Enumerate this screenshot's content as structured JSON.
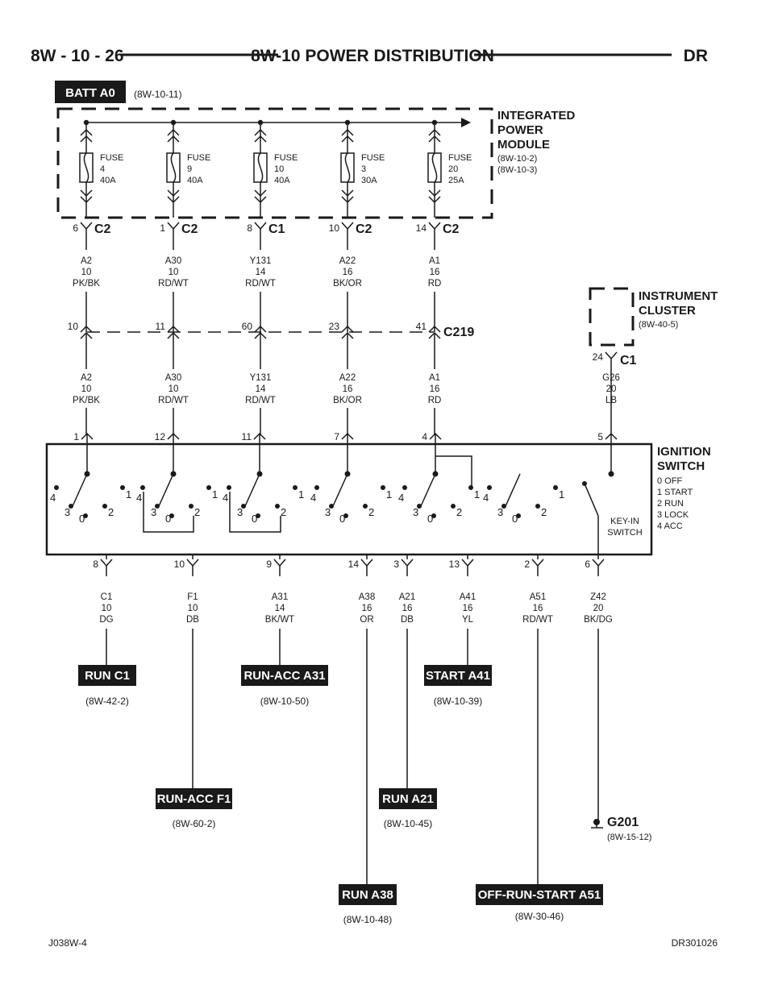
{
  "header": {
    "left": "8W - 10 - 26",
    "title": "8W-10 POWER DISTRIBUTION",
    "right": "DR"
  },
  "batt": {
    "label": "BATT A0",
    "ref": "(8W-10-11)"
  },
  "ipm": {
    "name_lines": [
      "INTEGRATED",
      "POWER",
      "MODULE"
    ],
    "refs": [
      "(8W-10-2)",
      "(8W-10-3)"
    ],
    "fuses": [
      {
        "lines": [
          "FUSE",
          "4",
          "40A"
        ],
        "pin": "6",
        "conn": "C2"
      },
      {
        "lines": [
          "FUSE",
          "9",
          "40A"
        ],
        "pin": "1",
        "conn": "C2"
      },
      {
        "lines": [
          "FUSE",
          "10",
          "40A"
        ],
        "pin": "8",
        "conn": "C1"
      },
      {
        "lines": [
          "FUSE",
          "3",
          "30A"
        ],
        "pin": "10",
        "conn": "C2"
      },
      {
        "lines": [
          "FUSE",
          "20",
          "25A"
        ],
        "pin": "14",
        "conn": "C2"
      }
    ]
  },
  "wires_top": [
    [
      "A2",
      "10",
      "PK/BK"
    ],
    [
      "A30",
      "10",
      "RD/WT"
    ],
    [
      "Y131",
      "14",
      "RD/WT"
    ],
    [
      "A22",
      "16",
      "BK/OR"
    ],
    [
      "A1",
      "16",
      "RD"
    ]
  ],
  "c219": {
    "label": "C219",
    "pins": [
      "10",
      "11",
      "60",
      "23",
      "41"
    ]
  },
  "wires_mid": [
    [
      "A2",
      "10",
      "PK/BK"
    ],
    [
      "A30",
      "10",
      "RD/WT"
    ],
    [
      "Y131",
      "14",
      "RD/WT"
    ],
    [
      "A22",
      "16",
      "BK/OR"
    ],
    [
      "A1",
      "16",
      "RD"
    ]
  ],
  "cluster": {
    "name_lines": [
      "INSTRUMENT",
      "CLUSTER"
    ],
    "ref": "(8W-40-5)",
    "pin": "24",
    "conn": "C1",
    "wire": [
      "G26",
      "20",
      "LB"
    ]
  },
  "ignition": {
    "name_lines": [
      "IGNITION",
      "SWITCH"
    ],
    "legend": [
      "0 OFF",
      "1 START",
      "2 RUN",
      "3 LOCK",
      "4 ACC"
    ],
    "top_pins": [
      "1",
      "12",
      "11",
      "7",
      "4",
      "5"
    ],
    "bottom_pins": [
      "8",
      "10",
      "9",
      "14",
      "3",
      "13",
      "2",
      "6"
    ],
    "positions": [
      "4",
      "3",
      "0",
      "2",
      "1"
    ],
    "keyin": [
      "KEY-IN",
      "SWITCH"
    ]
  },
  "wires_bottom": [
    [
      "C1",
      "10",
      "DG"
    ],
    [
      "F1",
      "10",
      "DB"
    ],
    [
      "A31",
      "14",
      "BK/WT"
    ],
    [
      "A38",
      "16",
      "OR"
    ],
    [
      "A21",
      "16",
      "DB"
    ],
    [
      "A41",
      "16",
      "YL"
    ],
    [
      "A51",
      "16",
      "RD/WT"
    ],
    [
      "Z42",
      "20",
      "BK/DG"
    ]
  ],
  "destinations": [
    {
      "label": "RUN C1",
      "ref": "(8W-42-2)"
    },
    {
      "label": "RUN-ACC A31",
      "ref": "(8W-10-50)"
    },
    {
      "label": "START A41",
      "ref": "(8W-10-39)"
    },
    {
      "label": "RUN-ACC F1",
      "ref": "(8W-60-2)"
    },
    {
      "label": "RUN A21",
      "ref": "(8W-10-45)"
    },
    {
      "label": "RUN A38",
      "ref": "(8W-10-48)"
    },
    {
      "label": "OFF-RUN-START A51",
      "ref": "(8W-30-46)"
    }
  ],
  "ground": {
    "label": "G201",
    "ref": "(8W-15-12)"
  },
  "footer": {
    "left": "J038W-4",
    "right": "DR301026"
  },
  "colors": {
    "line": "#1a1a1a",
    "box_fill": "#1a1a1a",
    "box_text": "#ffffff"
  }
}
